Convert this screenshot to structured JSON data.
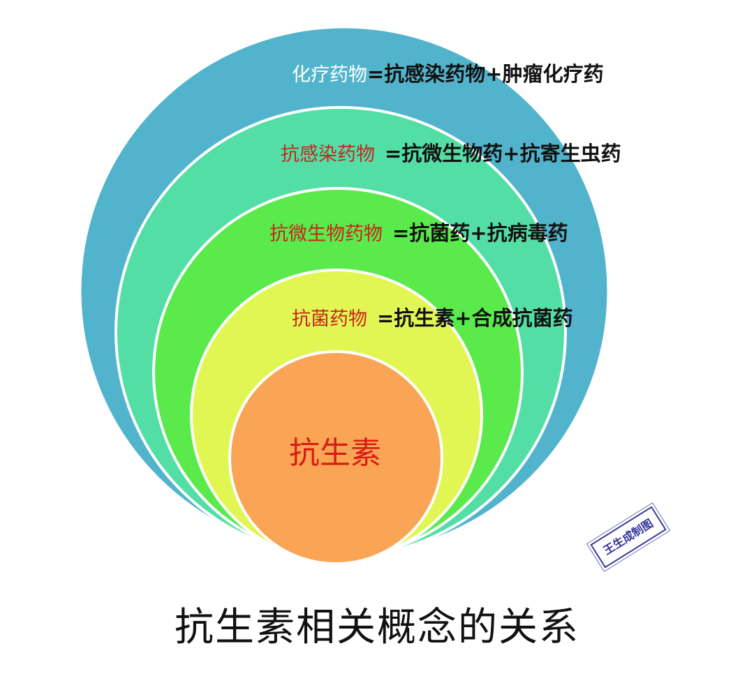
{
  "diagram": {
    "layers": [
      {
        "term": "化疗药物",
        "definition": "=抗感染药物+肿瘤化疗药",
        "fill": "#52b4cc",
        "term_color": "#ffffff"
      },
      {
        "term": "抗感染药物",
        "definition": "=抗微生物药+抗寄生虫药",
        "fill": "#53dea6",
        "term_color": "#c8241c"
      },
      {
        "term": "抗微生物药物",
        "definition": "=抗菌药+抗病毒药",
        "fill": "#5aea4c",
        "term_color": "#c8241c"
      },
      {
        "term": "抗菌药物",
        "definition": "=抗生素+合成抗菌药",
        "fill": "#e2f653",
        "term_color": "#c8241c"
      }
    ],
    "center": {
      "label": "抗生素",
      "fill": "#f9a555",
      "label_color": "#d81d12"
    },
    "stamp": {
      "text": "王生成制图"
    },
    "title": "抗生素相关概念的关系"
  }
}
